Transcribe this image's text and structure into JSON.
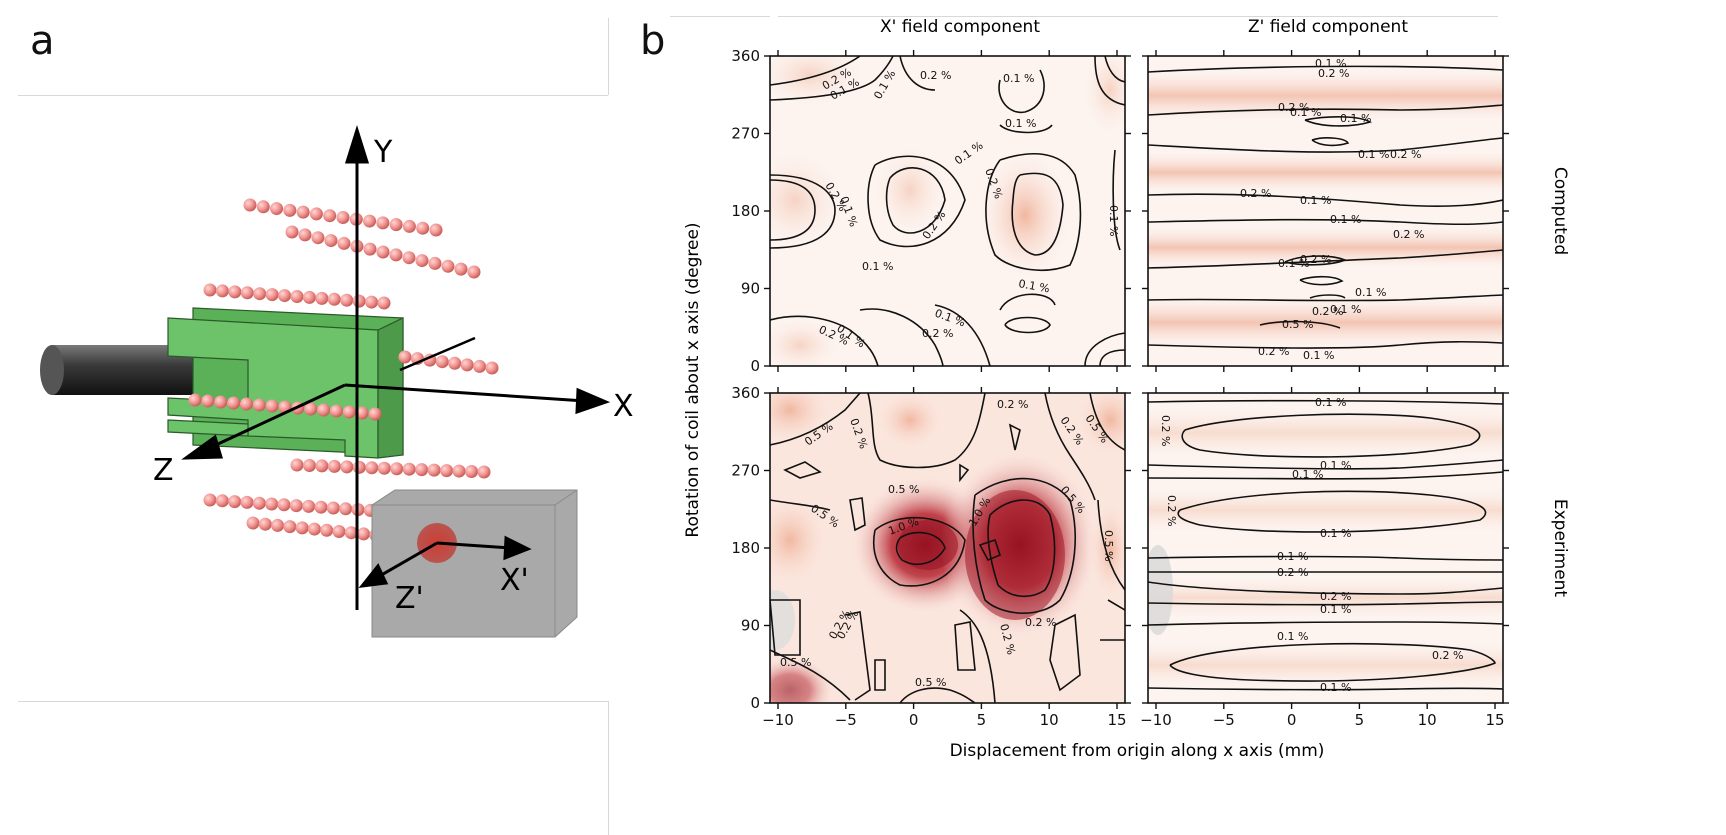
{
  "panel_a": {
    "letter": "a",
    "axis_labels": {
      "x": "X",
      "y": "Y",
      "z": "Z",
      "xp": "X'",
      "zp": "Z'"
    },
    "colors": {
      "plate": "#6dc36a",
      "coil_bead": "#f0928f",
      "rod": "#3a3a3a",
      "box": "#a9a9a9",
      "sensor": "#d0392f"
    }
  },
  "panel_b": {
    "letter": "b",
    "column_titles": [
      "X' field component",
      "Z' field component"
    ],
    "row_titles": [
      "Computed",
      "Experiment"
    ],
    "ylabel": "Rotation of coil about x axis (degree)",
    "xlabel": "Displacement from origin along x axis (mm)",
    "x_ticks": [
      "−10",
      "−5",
      "0",
      "5",
      "10",
      "15"
    ],
    "y_ticks": [
      "0",
      "90",
      "180",
      "270",
      "360"
    ]
  },
  "chart_data": [
    {
      "type": "heatmap",
      "title": "X' field component",
      "row": "Computed",
      "xlim": [
        -10,
        15
      ],
      "ylim": [
        0,
        360
      ],
      "contour_labels": [
        "0.1 %",
        "0.2 %"
      ]
    },
    {
      "type": "heatmap",
      "title": "Z' field component",
      "row": "Computed",
      "xlim": [
        -10,
        15
      ],
      "ylim": [
        0,
        360
      ],
      "contour_labels": [
        "0.1 %",
        "0.2 %",
        "0.5 %"
      ]
    },
    {
      "type": "heatmap",
      "title": "X' field component",
      "row": "Experiment",
      "xlim": [
        -10,
        15
      ],
      "ylim": [
        0,
        360
      ],
      "contour_labels": [
        "0.2 %",
        "0.5 %",
        "1.0 %"
      ]
    },
    {
      "type": "heatmap",
      "title": "Z' field component",
      "row": "Experiment",
      "xlim": [
        -10,
        15
      ],
      "ylim": [
        0,
        360
      ],
      "contour_labels": [
        "0.1 %",
        "0.2 %"
      ]
    }
  ]
}
